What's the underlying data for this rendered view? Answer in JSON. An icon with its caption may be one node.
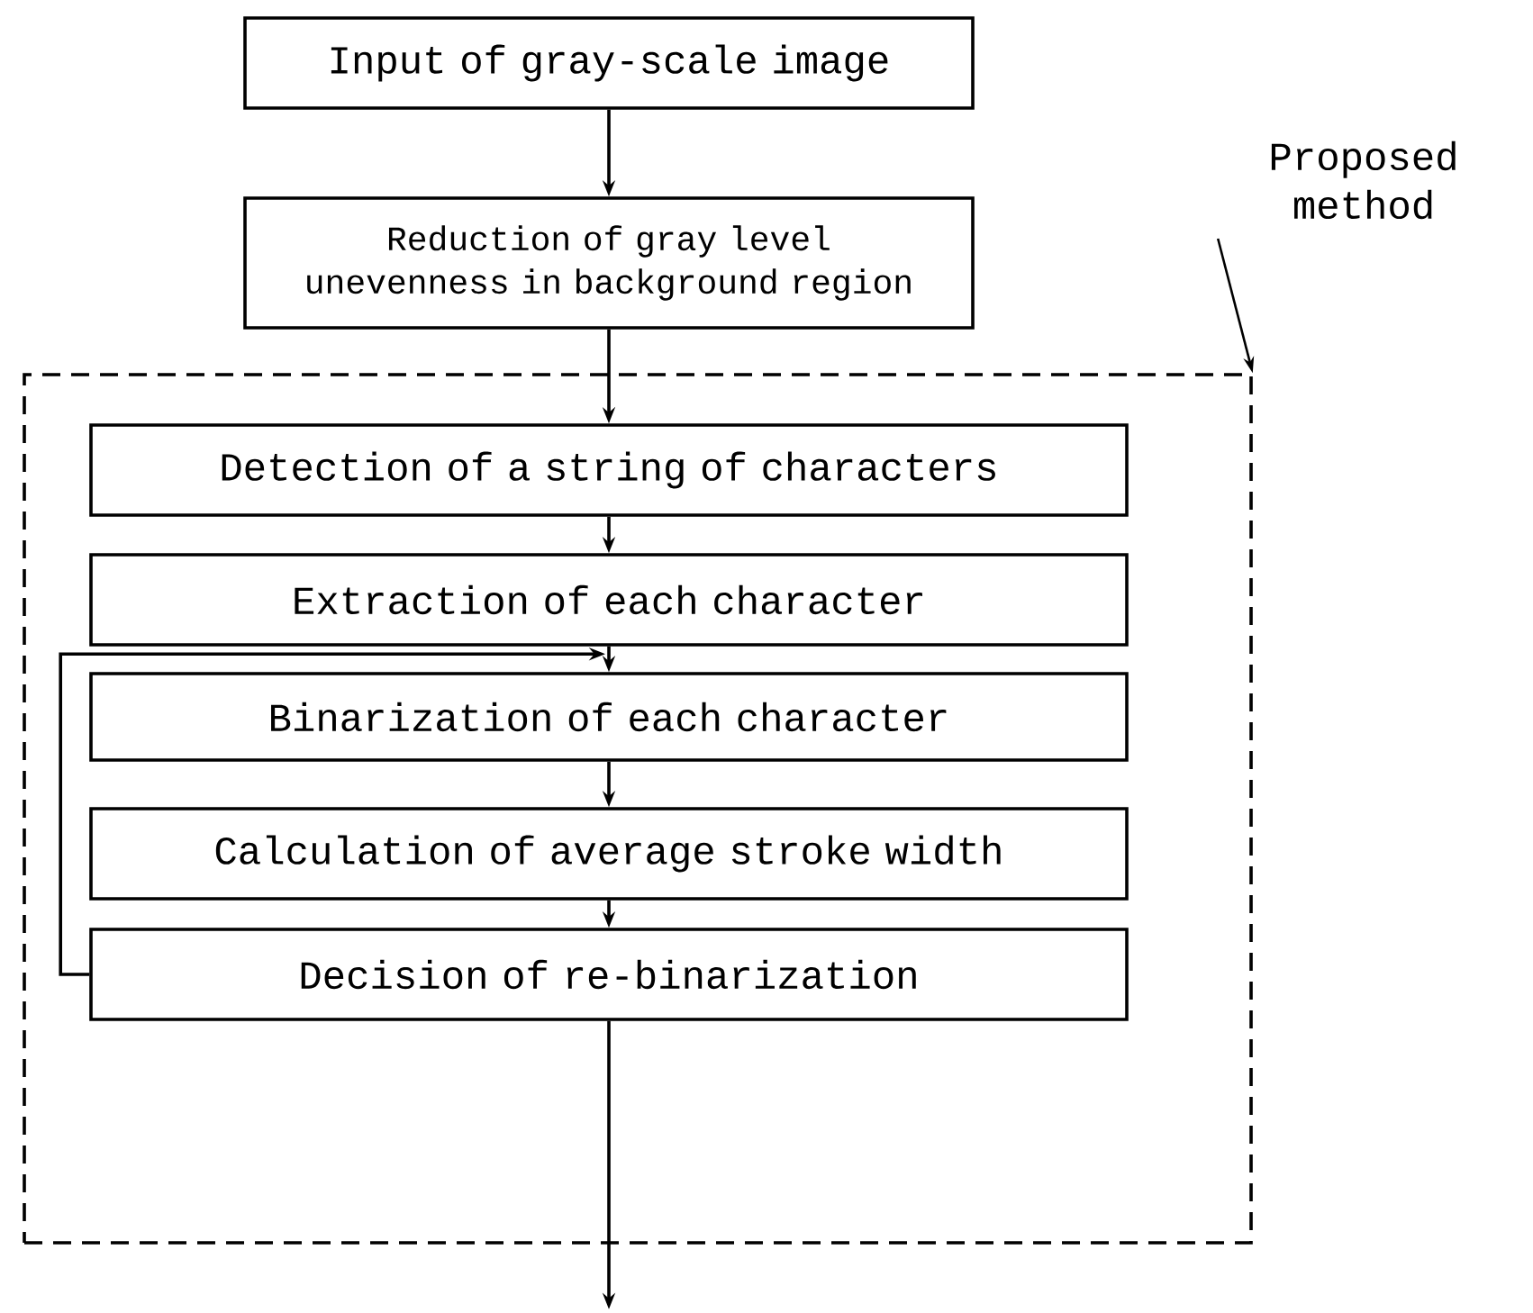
{
  "diagram": {
    "nodes": [
      {
        "text": [
          "Input of gray-scale image"
        ]
      },
      {
        "text": [
          "Reduction of gray level unevenness in background region"
        ]
      },
      {
        "text": [
          "Proposed method"
        ]
      },
      {
        "text": [],
        "shape": "box"
      },
      {
        "text": [
          "Detection of a string of characters"
        ],
        "in": 3
      },
      {
        "text": [
          "Extraction of each character"
        ],
        "in": 3
      },
      {
        "text": [
          "Binarization of each character"
        ],
        "in": 3
      },
      {
        "text": [
          "Calculation of average stroke width"
        ],
        "in": 3
      },
      {
        "text": [
          "Decision of re-binarization"
        ],
        "in": 3
      }
    ],
    "edges": [
      {
        "from": 0,
        "to": 1,
        "arrow": "to"
      },
      {
        "from": 1,
        "to": 4,
        "arrow": "to"
      },
      {
        "from": 4,
        "to": 5,
        "arrow": "to"
      },
      {
        "from": 5,
        "to": 6,
        "arrow": "to"
      },
      {
        "from": 6,
        "to": 7,
        "arrow": "to"
      },
      {
        "from": 7,
        "to": 8,
        "arrow": "to"
      },
      {
        "from": 8,
        "to": 6,
        "arrow": "to"
      },
      {
        "from": 8,
        "to": null,
        "arrow": "to"
      },
      {
        "from": 2,
        "to": 3,
        "arrow": "to"
      }
    ]
  }
}
